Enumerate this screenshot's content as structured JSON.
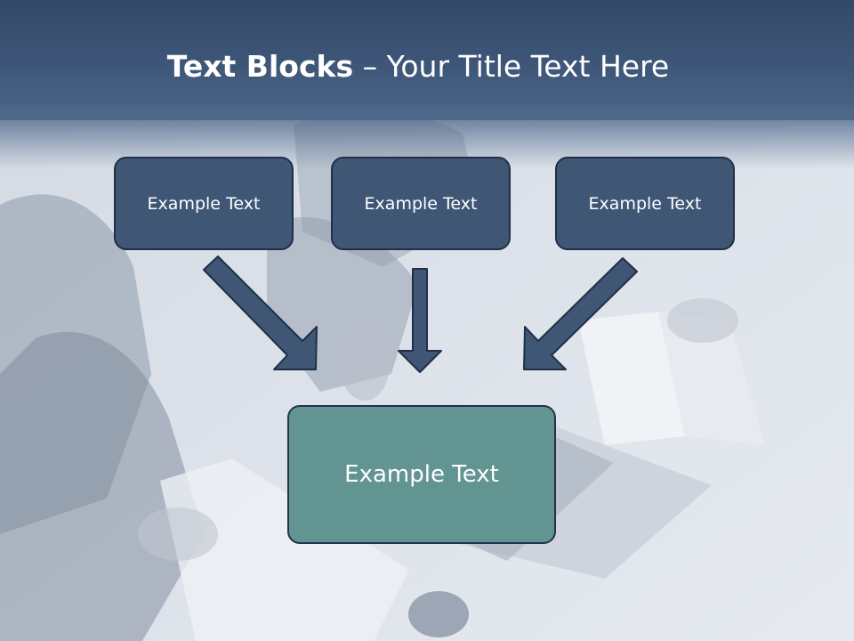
{
  "slide": {
    "title_bold": "Text Blocks",
    "title_dash": " – ",
    "title_rest": "Your Title Text Here",
    "boxes": [
      {
        "label": "Example Text"
      },
      {
        "label": "Example Text"
      },
      {
        "label": "Example Text"
      }
    ],
    "target_box": {
      "label": "Example Text"
    }
  },
  "colors": {
    "header": "#3e5678",
    "box_fill": "#3f5675",
    "box_border": "#1f2f48",
    "target_fill": "#629491",
    "arrow_fill": "#3f5675",
    "title_text": "#ffffff"
  },
  "background": {
    "icon": "business-meeting-photo"
  }
}
